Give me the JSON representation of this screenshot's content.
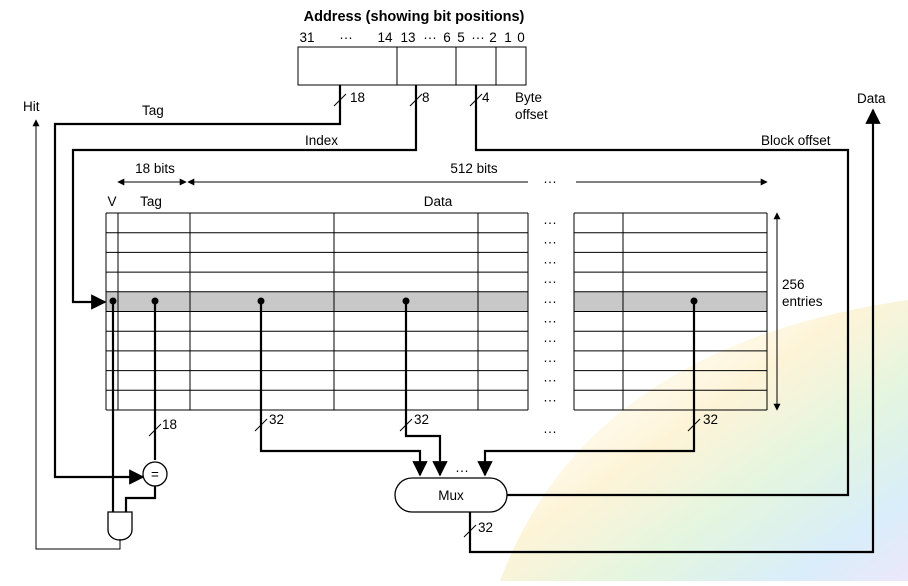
{
  "title": "Address (showing bit positions)",
  "address_bits": {
    "b31": "31",
    "dots_a": "···",
    "b14": "14",
    "b13": "13",
    "dots_b": "···",
    "b6": "6",
    "b5": "5",
    "dots_c": "···",
    "b2": "2",
    "b1": "1",
    "b0": "0"
  },
  "field_widths": {
    "tag": "18",
    "index": "8",
    "block": "4"
  },
  "labels": {
    "hit": "Hit",
    "data_out": "Data",
    "tag": "Tag",
    "index": "Index",
    "block_offset": "Block offset",
    "byte_offset_1": "Byte",
    "byte_offset_2": "offset",
    "tag_bits": "18 bits",
    "data_bits": "512 bits",
    "col_v": "V",
    "col_tag": "Tag",
    "col_data": "Data",
    "entries_1": "256",
    "entries_2": "entries",
    "mux": "Mux",
    "comparator": "=",
    "ellipsis": "···",
    "vdots": "···"
  },
  "bus_widths": {
    "tag_compare": "18",
    "word0": "32",
    "word1": "32",
    "word_last": "32",
    "mux_out": "32"
  },
  "table": {
    "row_count": 10,
    "selected_row": 4
  }
}
